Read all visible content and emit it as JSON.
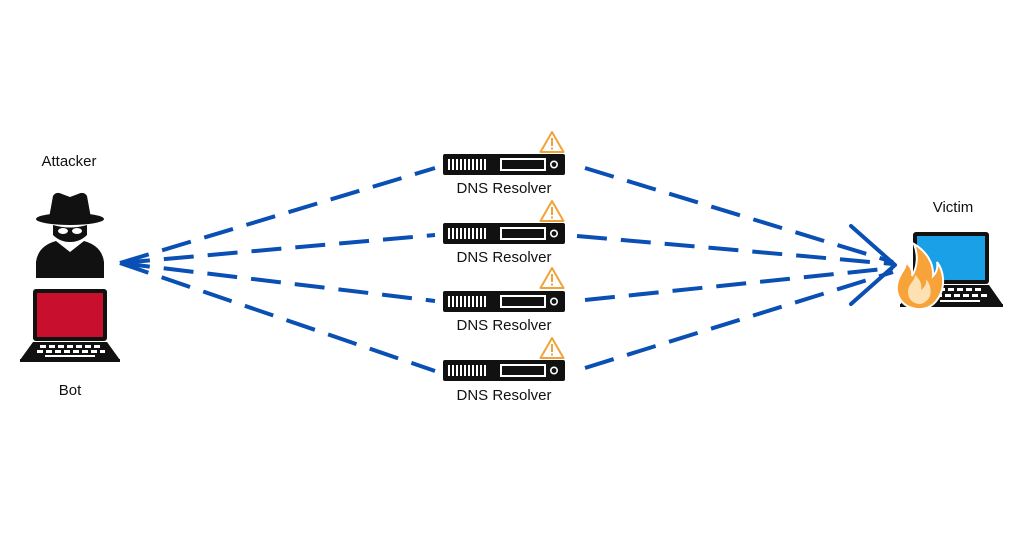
{
  "nodes": {
    "attacker": {
      "label": "Attacker"
    },
    "bot": {
      "label": "Bot"
    },
    "victim": {
      "label": "Victim"
    },
    "resolvers": [
      {
        "label": "DNS Resolver"
      },
      {
        "label": "DNS Resolver"
      },
      {
        "label": "DNS Resolver"
      },
      {
        "label": "DNS Resolver"
      }
    ]
  },
  "colors": {
    "flow_line": "#0a4fb4",
    "warning": "#f0a33a",
    "bot_screen": "#c8102e",
    "victim_screen": "#1aa0e6",
    "fire_outer": "#f7a33a",
    "fire_inner": "#fde1b3",
    "device": "#111111"
  },
  "icons": {
    "attacker": "spy-icon",
    "bot": "laptop-icon",
    "victim": "laptop-on-fire-icon",
    "resolver": "server-icon",
    "warning": "warning-triangle-icon"
  }
}
